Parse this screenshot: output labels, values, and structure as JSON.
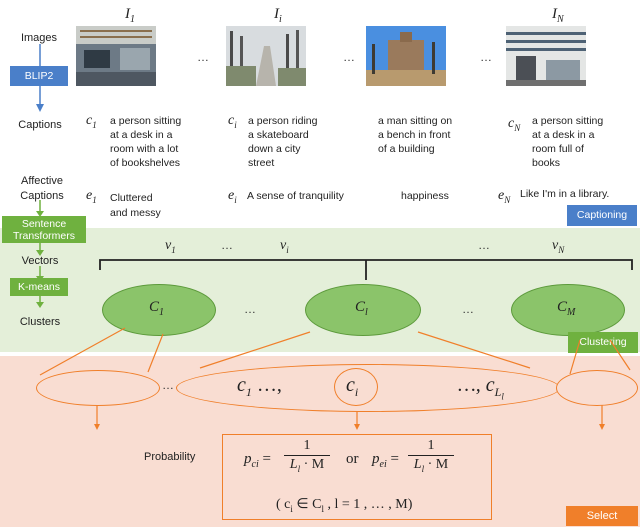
{
  "rows": {
    "images": "Images",
    "blip2": "BLIP2",
    "captions": "Captions",
    "affective": "Affective Captions",
    "sentence_transformers": "Sentence Transformers",
    "vectors": "Vectors",
    "kmeans": "K-means",
    "clusters": "Clusters",
    "probability": "Probability"
  },
  "image_headers": {
    "first": "I",
    "first_sub": "1",
    "mid": "I",
    "mid_sub": "i",
    "last": "I",
    "last_sub": "N"
  },
  "captions": [
    {
      "sym": "c",
      "sub": "1",
      "text": [
        "a person sitting",
        "at a desk in a",
        "room with a lot",
        "of bookshelves"
      ]
    },
    {
      "sym": "c",
      "sub": "i",
      "text": [
        "a person riding",
        "a skateboard",
        "down a city",
        "street"
      ]
    },
    {
      "sym": "",
      "sub": "",
      "text": [
        "a man sitting on",
        "a bench in front",
        "of a building"
      ]
    },
    {
      "sym": "c",
      "sub": "N",
      "text": [
        "a person sitting",
        "at a desk in a",
        "room full of",
        "books"
      ]
    }
  ],
  "affective": [
    {
      "sym": "e",
      "sub": "1",
      "text": [
        "Cluttered",
        "and messy"
      ]
    },
    {
      "sym": "e",
      "sub": "i",
      "text": [
        "A sense of  tranquility"
      ]
    },
    {
      "sym": "",
      "sub": "",
      "text": [
        "happiness"
      ]
    },
    {
      "sym": "e",
      "sub": "N",
      "text": [
        "Like I'm in a library."
      ]
    }
  ],
  "vectors": [
    {
      "sym": "v",
      "sub": "1"
    },
    {
      "sym": "v",
      "sub": "i"
    },
    {
      "sym": "v",
      "sub": "N"
    }
  ],
  "clusters": [
    {
      "sym": "C",
      "sub": "1"
    },
    {
      "sym": "C",
      "sub": "l"
    },
    {
      "sym": "C",
      "sub": "M"
    }
  ],
  "selection": {
    "left": "c",
    "left_sub": "1",
    "left_rest": "…,",
    "mid": "c",
    "mid_sub": "i",
    "right_pre": "…, c",
    "right_sub": "L",
    "right_subsub": "l"
  },
  "formula": {
    "pc_lhs": "p",
    "pc_sub": "ci",
    "numerator": "1",
    "denominator": "L",
    "den_sub": "l",
    "den_rest": " · M",
    "or": "or",
    "pe_lhs": "p",
    "pe_sub": "ei",
    "condition": "( c",
    "condition_sub": "i",
    "condition_rest": " ∈ C",
    "condition_sub2": "l",
    "condition_end": " , l = 1 , … , M)"
  },
  "stage_labels": {
    "captioning": "Captioning",
    "clustering": "Clustering",
    "select": "Select"
  },
  "ellipsis": "…",
  "colors": {
    "green": "#6fb13f",
    "blue": "#4a7fc9",
    "orange": "#f07f2a",
    "green_band": "#e4efd9",
    "red_band": "#f9ddd2"
  }
}
